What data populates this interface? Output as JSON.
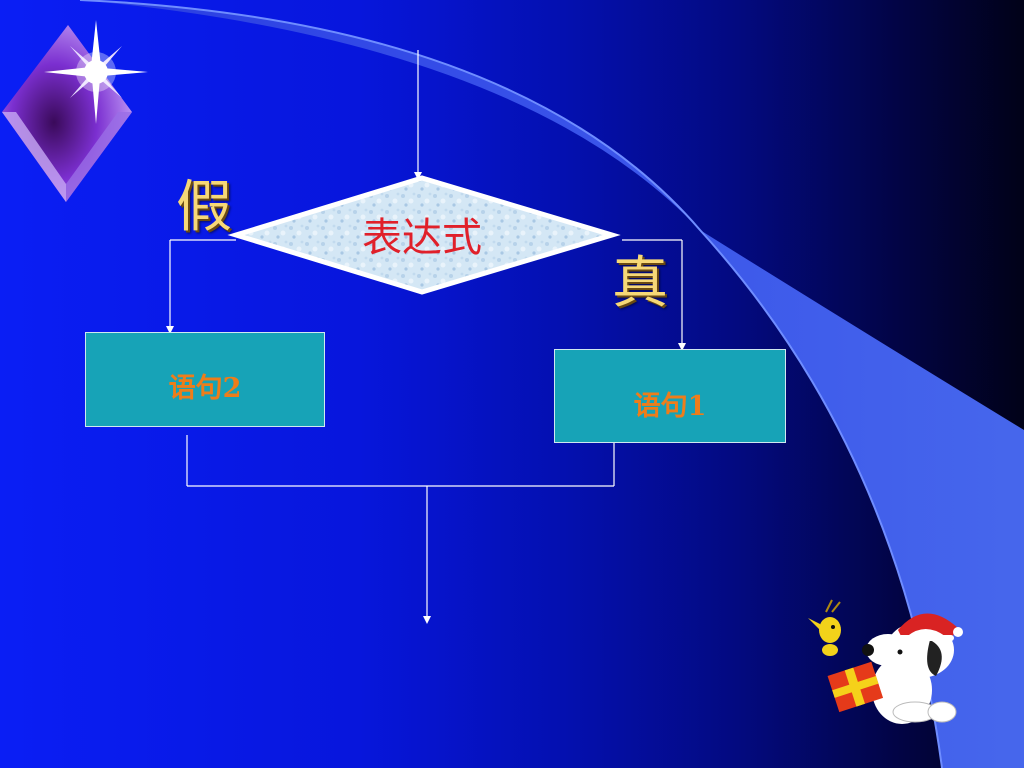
{
  "diagram": {
    "decision_label": "表达式",
    "true_label": "真",
    "false_label": "假",
    "statement_true": "语句1",
    "statement_false": "语句2"
  },
  "colors": {
    "expression_text": "#e0202a",
    "branch_labels": "#f6d877",
    "statement_fill": "#17a3b7",
    "statement_text": "#ee7d1a",
    "flow_lines": "#ffffff"
  },
  "icons": [
    "sparkle-diamond-icon",
    "snoopy-gift-icon"
  ]
}
